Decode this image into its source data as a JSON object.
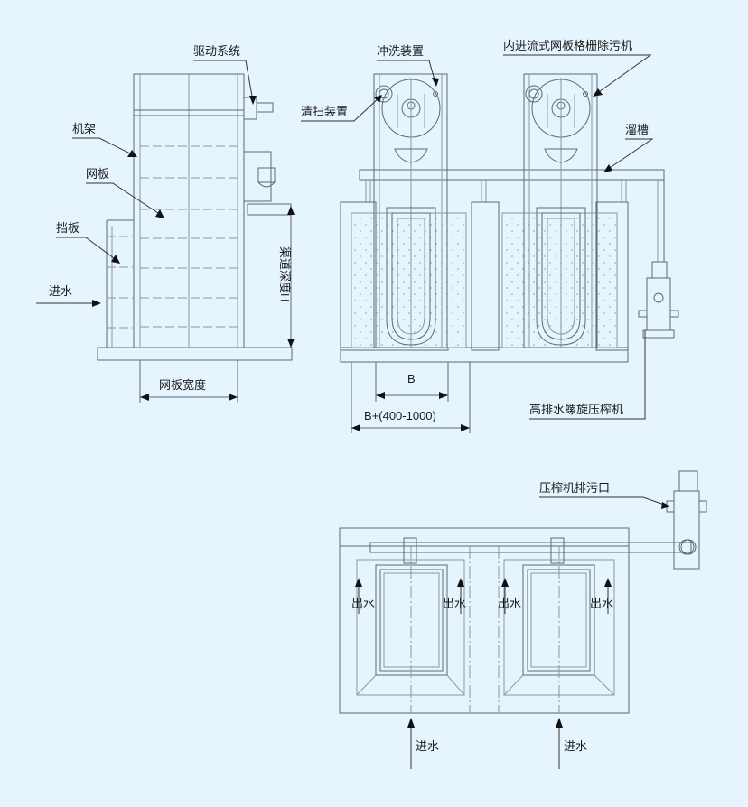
{
  "labels": {
    "drive_system": "驱动系统",
    "frame": "机架",
    "screen_plate": "网板",
    "baffle": "挡板",
    "water_in_side": "进水",
    "channel_depth": "渠道深度H",
    "screen_width": "网板宽度",
    "flush_device": "冲洗装置",
    "cleaning_device": "清扫装置",
    "machine_name": "内进流式网板格栅除污机",
    "chute": "溜槽",
    "dim_b": "B",
    "dim_b_plus": "B+(400-1000)",
    "compactor": "高排水螺旋压榨机",
    "compactor_outlet": "压榨机排污口",
    "water_out": "出水",
    "water_in": "进水"
  },
  "colors": {
    "background": "#e6f4fd",
    "line": "#5a6a78",
    "hatch": "#b7c0c8",
    "text": "#1a1a1a"
  }
}
